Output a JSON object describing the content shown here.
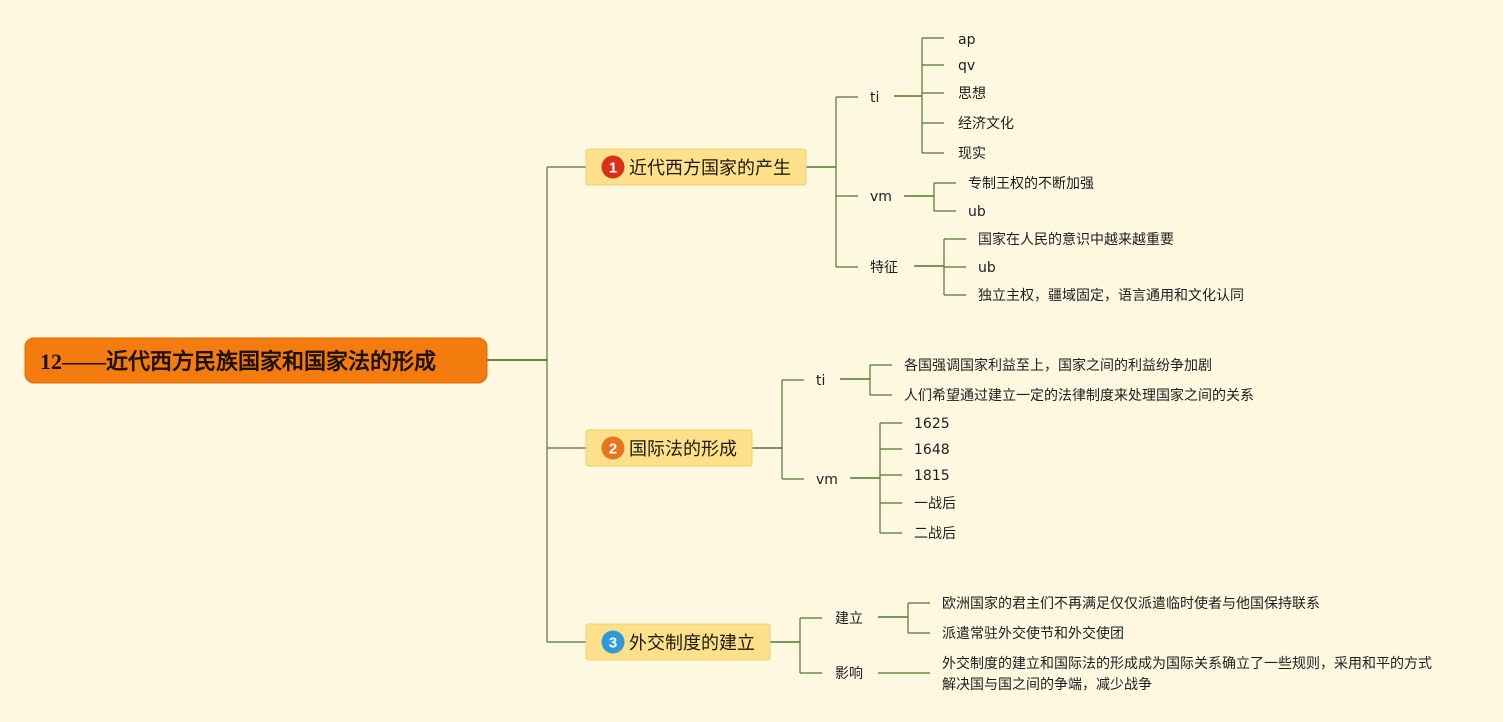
{
  "root": {
    "label": "12——近代西方民族国家和国家法的形成"
  },
  "topics": [
    {
      "number": "1",
      "label": "近代西方国家的产生",
      "badge_color": "#d9301c",
      "children": [
        {
          "label": "ti",
          "children": [
            "ap",
            "qv",
            "思想",
            "经济文化",
            "现实"
          ]
        },
        {
          "label": "vm",
          "children": [
            "专制王权的不断加强",
            "ub"
          ]
        },
        {
          "label": "特征",
          "children": [
            "国家在人民的意识中越来越重要",
            "ub",
            "独立主权，疆域固定，语言通用和文化认同"
          ]
        }
      ]
    },
    {
      "number": "2",
      "label": "国际法的形成",
      "badge_color": "#e8741c",
      "children": [
        {
          "label": "ti",
          "children": [
            "各国强调国家利益至上，国家之间的利益纷争加剧",
            "人们希望通过建立一定的法律制度来处理国家之间的关系"
          ]
        },
        {
          "label": "vm",
          "children": [
            "1625",
            "1648",
            "1815",
            "一战后",
            "二战后"
          ]
        }
      ]
    },
    {
      "number": "3",
      "label": "外交制度的建立",
      "badge_color": "#2f9ad8",
      "children": [
        {
          "label": "建立",
          "children": [
            "欧洲国家的君主们不再满足仅仅派遣临时使者与他国保持联系",
            "派遣常驻外交使节和外交使团"
          ]
        },
        {
          "label": "影响",
          "children": [
            "外交制度的建立和国际法的形成成为国际关系确立了一些规则，采用和平的方式",
            "解决国与国之间的争端，减少战争"
          ]
        }
      ]
    }
  ],
  "colors": {
    "background": "#fef8e1",
    "root_fill": "#f47b0e",
    "topic_fill": "#fde08a",
    "topic_border": "#ecd07a",
    "line": "#52762e"
  }
}
